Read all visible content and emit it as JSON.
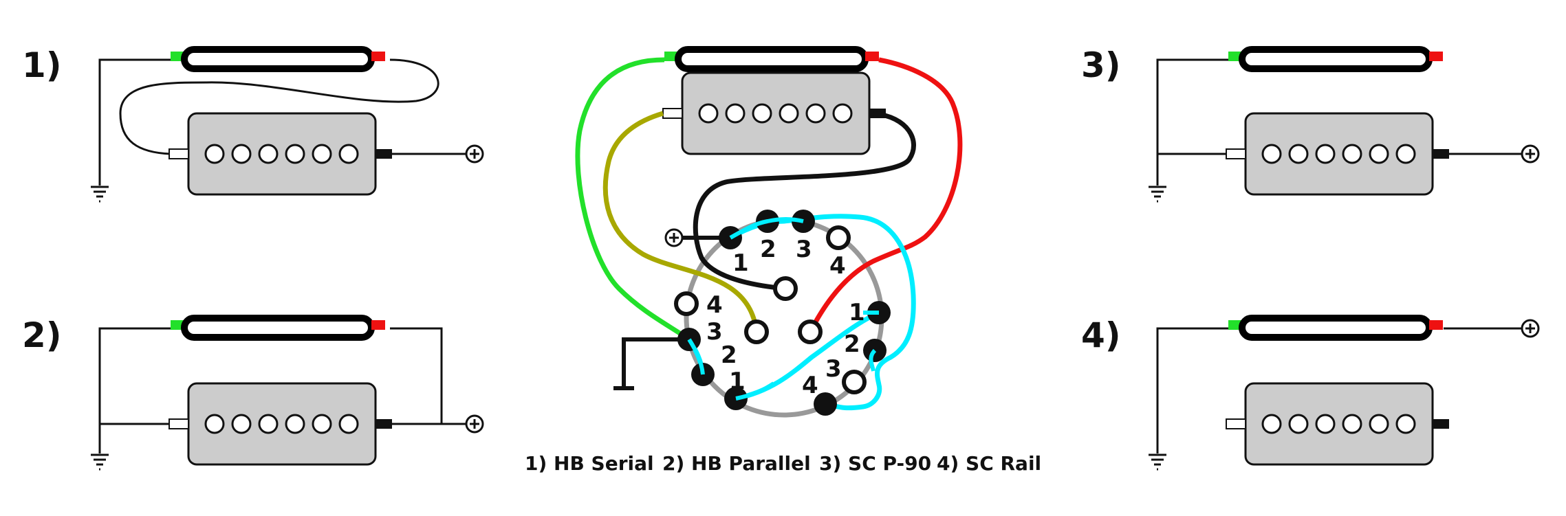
{
  "diagrams": [
    {
      "number": "1)"
    },
    {
      "number": "2)"
    },
    {
      "number": "3)"
    },
    {
      "number": "4)"
    }
  ],
  "switch": {
    "lugs_upper": [
      "1",
      "2",
      "3",
      "4"
    ],
    "lugs_left": [
      "1",
      "2",
      "3",
      "4"
    ],
    "lugs_right": [
      "1",
      "2",
      "3",
      "4"
    ]
  },
  "legend": [
    "1) HB Serial",
    "2) HB Parallel",
    "3) SC P-90",
    "4) SC Rail"
  ],
  "colors": {
    "green": "#22e02a",
    "red": "#ee1111",
    "cyan": "#00eeff",
    "olive": "#a8a800",
    "gray": "#999999",
    "body": "#cccccc"
  },
  "icons": [
    "ground-icon",
    "output-plus-icon"
  ]
}
